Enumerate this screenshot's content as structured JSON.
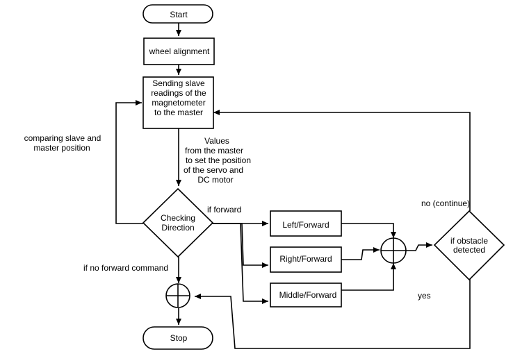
{
  "nodes": {
    "start": "Start",
    "wheel_alignment": "wheel alignment",
    "sending_slave": [
      "Sending slave",
      "readings of the",
      "magnetometer",
      "to the master"
    ],
    "checking_direction": [
      "Checking",
      "Direction"
    ],
    "left_forward": "Left/Forward",
    "right_forward": "Right/Forward",
    "middle_forward": "Middle/Forward",
    "obstacle": [
      "if obstacle",
      "detected"
    ],
    "stop": "Stop"
  },
  "labels": {
    "values_from_master": [
      "Values",
      "from the master",
      "to set the position",
      "of the servo and",
      "DC motor"
    ],
    "comparing": [
      "comparing slave and",
      "master position"
    ],
    "if_forward": "if forward",
    "no_continue": "no (continue)",
    "if_no_forward": "if no forward command",
    "yes": "yes"
  }
}
